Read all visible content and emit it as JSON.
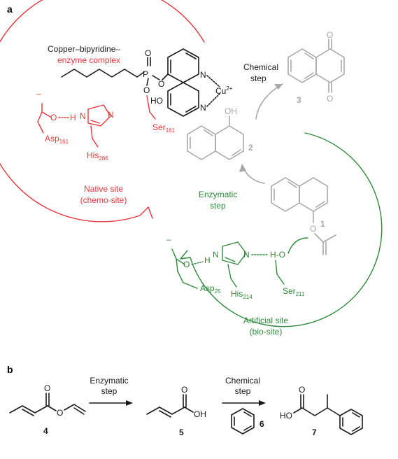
{
  "panel_a": {
    "label": "a",
    "complex_line1": "Copper–bipyridine–",
    "complex_line2": "enzyme complex",
    "chemical_step_line1": "Chemical",
    "chemical_step_line2": "step",
    "enzymatic_step_line1": "Enzymatic",
    "enzymatic_step_line2": "step",
    "native_site_line1": "Native site",
    "native_site_line2": "(chemo-site)",
    "artificial_site_line1": "Artificial site",
    "artificial_site_line2": "(bio-site)",
    "atoms": {
      "P": "P",
      "O": "O",
      "N": "N",
      "H": "H",
      "HO": "HO",
      "OH": "OH",
      "Cu": "Cu",
      "cu_charge": "2+",
      "minus": "–"
    },
    "residues": {
      "ser_a": "Ser",
      "ser_a_sub": "161",
      "asp_a": "Asp",
      "asp_a_sub": "161",
      "his_a": "His",
      "his_a_sub": "286",
      "asp_b": "Asp",
      "asp_b_sub": "25",
      "his_b": "His",
      "his_b_sub": "214",
      "ser_b": "Ser",
      "ser_b_sub": "211"
    },
    "compound_numbers": {
      "c1": "1",
      "c2": "2",
      "c3": "3"
    }
  },
  "panel_b": {
    "label": "b",
    "enzymatic_step_line1": "Enzymatic",
    "enzymatic_step_line2": "step",
    "chemical_step_line1": "Chemical",
    "chemical_step_line2": "step",
    "atoms": {
      "O": "O",
      "OH": "OH",
      "HO": "HO"
    },
    "compound_numbers": {
      "c4": "4",
      "c5": "5",
      "c6": "6",
      "c7": "7"
    }
  },
  "colors": {
    "black": "#1a1a1a",
    "grey": "#a8a8a8",
    "red": "#e8363c",
    "green": "#2e8b3a"
  }
}
